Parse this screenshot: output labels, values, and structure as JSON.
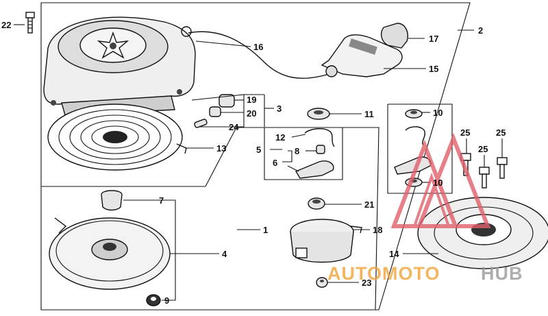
{
  "callouts": [
    {
      "id": "22",
      "label": "22"
    },
    {
      "id": "16",
      "label": "16"
    },
    {
      "id": "17",
      "label": "17"
    },
    {
      "id": "2",
      "label": "2"
    },
    {
      "id": "15",
      "label": "15"
    },
    {
      "id": "19",
      "label": "19"
    },
    {
      "id": "3",
      "label": "3"
    },
    {
      "id": "20",
      "label": "20"
    },
    {
      "id": "24",
      "label": "24"
    },
    {
      "id": "11",
      "label": "11"
    },
    {
      "id": "10a",
      "label": "10"
    },
    {
      "id": "12",
      "label": "12"
    },
    {
      "id": "5",
      "label": "5"
    },
    {
      "id": "8",
      "label": "8"
    },
    {
      "id": "6",
      "label": "6"
    },
    {
      "id": "13",
      "label": "13"
    },
    {
      "id": "25a",
      "label": "25"
    },
    {
      "id": "25b",
      "label": "25"
    },
    {
      "id": "25c",
      "label": "25"
    },
    {
      "id": "10b",
      "label": "10"
    },
    {
      "id": "7",
      "label": "7"
    },
    {
      "id": "21",
      "label": "21"
    },
    {
      "id": "1",
      "label": "1"
    },
    {
      "id": "18",
      "label": "18"
    },
    {
      "id": "4",
      "label": "4"
    },
    {
      "id": "14",
      "label": "14"
    },
    {
      "id": "23",
      "label": "23"
    },
    {
      "id": "9",
      "label": "9"
    }
  ],
  "watermark": {
    "part1": "AUTOMOTO",
    "part2": "HUB",
    "color_orange": "#f2a33a",
    "color_gray": "#9a9a9a",
    "color_logo": "#e0606a"
  }
}
